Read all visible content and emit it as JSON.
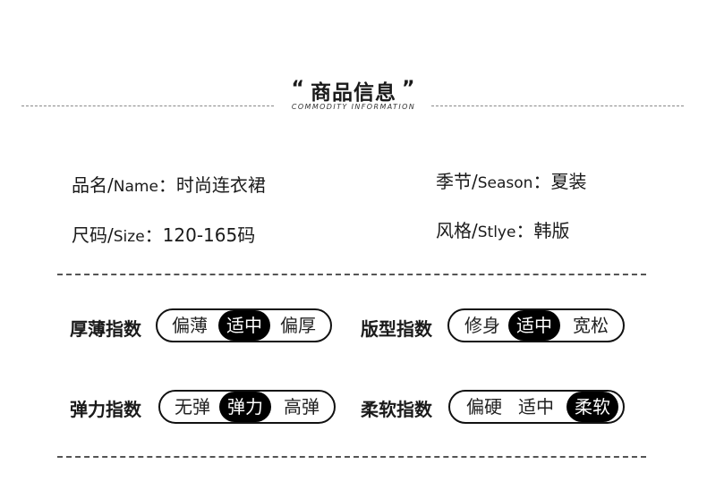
{
  "header": {
    "quote_open": "“",
    "title": "商品信息",
    "quote_close": "”",
    "subtitle": "COMMODITY INFORMATION"
  },
  "info": {
    "name": {
      "label_cn": "品名/",
      "label_en": "Name",
      "sep": "：",
      "value": "时尚连衣裙"
    },
    "season": {
      "label_cn": "季节/",
      "label_en": "Season",
      "sep": "：",
      "value": "夏装"
    },
    "size": {
      "label_cn": "尺码/",
      "label_en": "Size",
      "sep": "：",
      "value": "120-165码"
    },
    "style": {
      "label_cn": "风格/",
      "label_en": "Stlye",
      "sep": "：",
      "value": "韩版"
    }
  },
  "indices": [
    {
      "label": "厚薄指数",
      "options": [
        "偏薄",
        "适中",
        "偏厚"
      ],
      "selected": 1
    },
    {
      "label": "版型指数",
      "options": [
        "修身",
        "适中",
        "宽松"
      ],
      "selected": 1
    },
    {
      "label": "弹力指数",
      "options": [
        "无弹",
        "弹力",
        "高弹"
      ],
      "selected": 1
    },
    {
      "label": "柔软指数",
      "options": [
        "偏硬",
        "适中",
        "柔软"
      ],
      "selected": 2
    }
  ],
  "colors": {
    "text": "#1a1a1a",
    "selected_bg": "#000000",
    "selected_text": "#ffffff",
    "rule": "#888888"
  }
}
